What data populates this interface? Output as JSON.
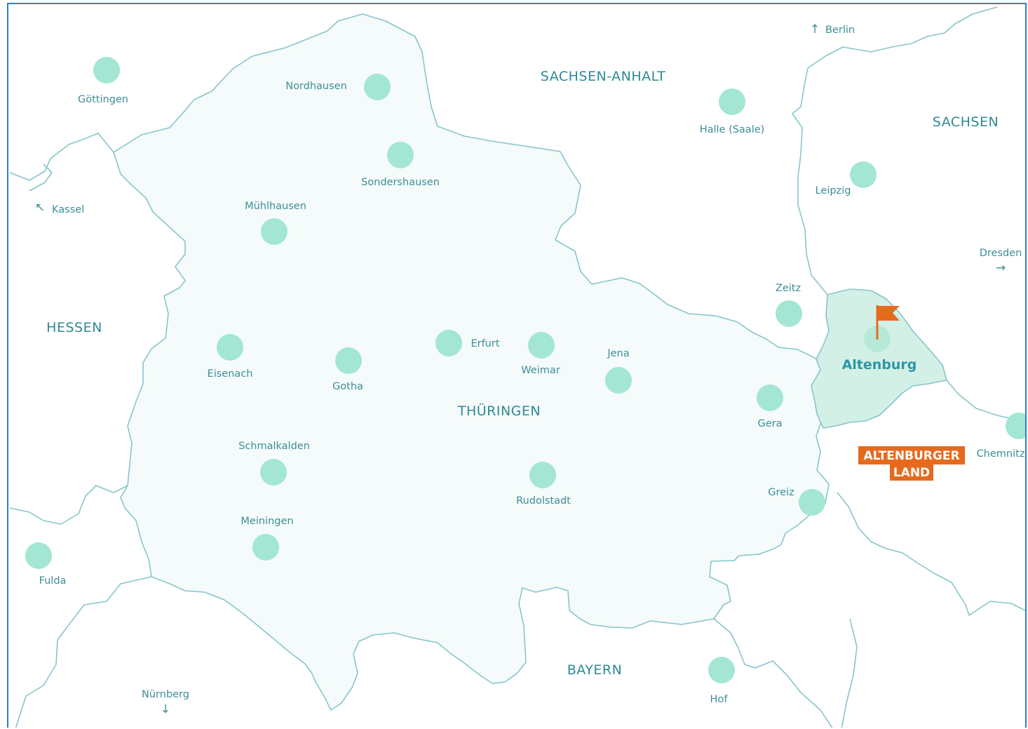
{
  "colors": {
    "border_lines": "#87c5cc",
    "thueringen_fill": "#f4fbfa",
    "altenburg_fill": "#d3f0e7",
    "city_dot": "#a3e6d3",
    "label_text": "#3d8d97",
    "accent_orange": "#e56a1e",
    "frame_border": "#2a7fd4"
  },
  "regions": {
    "sachsen_anhalt": "SACHSEN-ANHALT",
    "sachsen": "SACHSEN",
    "hessen": "HESSEN",
    "thueringen": "THÜRINGEN",
    "bayern": "BAYERN"
  },
  "cities": {
    "goettingen": "Göttingen",
    "nordhausen": "Nordhausen",
    "sondershausen": "Sondershausen",
    "muehlhausen": "Mühlhausen",
    "halle": "Halle (Saale)",
    "leipzig": "Leipzig",
    "zeitz": "Zeitz",
    "eisenach": "Eisenach",
    "gotha": "Gotha",
    "erfurt": "Erfurt",
    "weimar": "Weimar",
    "jena": "Jena",
    "gera": "Gera",
    "schmalkalden": "Schmalkalden",
    "meiningen": "Meiningen",
    "rudolstadt": "Rudolstadt",
    "greiz": "Greiz",
    "fulda": "Fulda",
    "hof": "Hof",
    "chemnitz": "Chemnitz"
  },
  "directions": {
    "berlin": "Berlin",
    "kassel": "Kassel",
    "dresden": "Dresden",
    "nuernberg": "Nürnberg",
    "arrow_up": "↑",
    "arrow_left": "↖",
    "arrow_right": "→",
    "arrow_down": "↓"
  },
  "highlight": {
    "city": "Altenburg",
    "badge_line1": "ALTENBURGER",
    "badge_line2": "LAND",
    "marker_icon": "flag-icon"
  }
}
